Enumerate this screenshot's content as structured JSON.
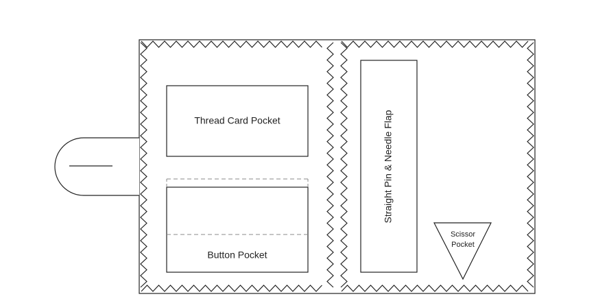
{
  "labels": {
    "thread_card_pocket": "Thread Card Pocket",
    "button_pocket": "Button Pocket",
    "pin_needle_flap": "Straight Pin & Needle Flap",
    "scissor_pocket_line1": "Scissor",
    "scissor_pocket_line2": "Pocket"
  },
  "colors": {
    "stroke": "#222222",
    "dashed": "#888888",
    "background": "#ffffff"
  }
}
